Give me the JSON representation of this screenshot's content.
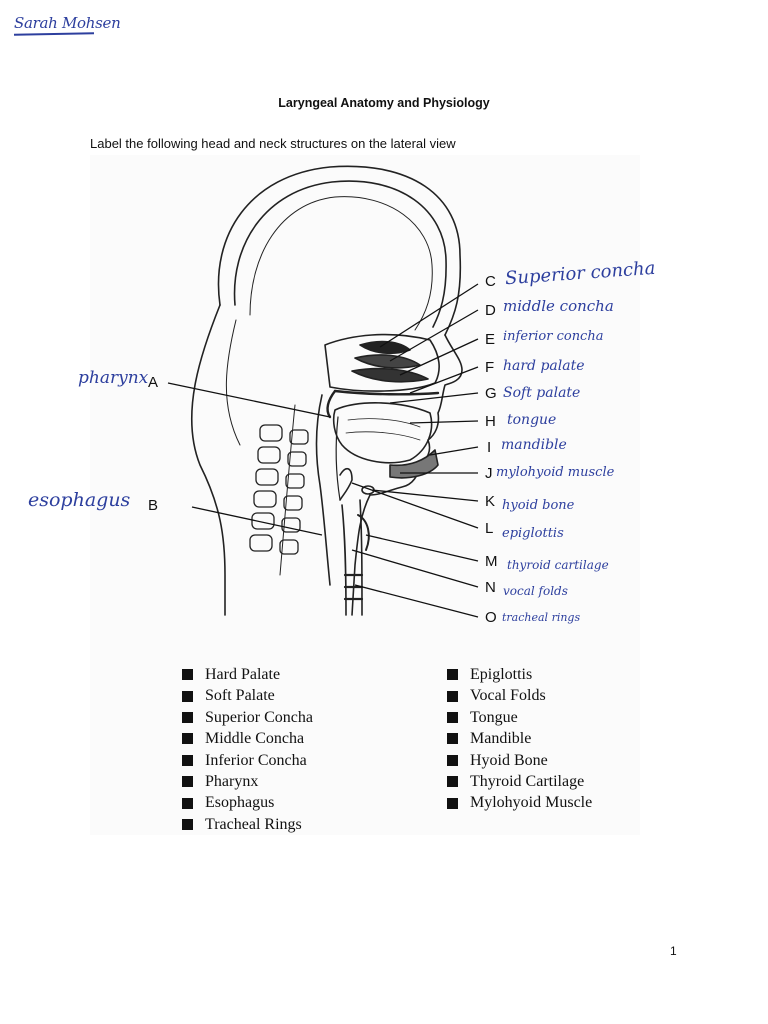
{
  "author_name": "Sarah Mohsen",
  "title": "Laryngeal Anatomy and Physiology",
  "instruction": "Label the following head and neck structures on the lateral view",
  "labels": [
    {
      "letter": "A",
      "answer": "pharynx"
    },
    {
      "letter": "B",
      "answer": "esophagus"
    },
    {
      "letter": "C",
      "answer": "Superior concha"
    },
    {
      "letter": "D",
      "answer": "middle concha"
    },
    {
      "letter": "E",
      "answer": "inferior concha"
    },
    {
      "letter": "F",
      "answer": "hard palate"
    },
    {
      "letter": "G",
      "answer": "Soft palate"
    },
    {
      "letter": "H",
      "answer": "tongue"
    },
    {
      "letter": "I",
      "answer": "mandible"
    },
    {
      "letter": "J",
      "answer": "mylohyoid muscle"
    },
    {
      "letter": "K",
      "answer": "hyoid bone"
    },
    {
      "letter": "L",
      "answer": "epiglottis"
    },
    {
      "letter": "M",
      "answer": "thyroid cartilage"
    },
    {
      "letter": "N",
      "answer": "vocal folds"
    },
    {
      "letter": "O",
      "answer": "tracheal rings"
    }
  ],
  "word_bank": {
    "left": [
      "Hard Palate",
      "Soft Palate",
      "Superior Concha",
      "Middle Concha",
      "Inferior Concha",
      "Pharynx",
      "Esophagus",
      "Tracheal Rings"
    ],
    "right": [
      "Epiglottis",
      "Vocal Folds",
      "Tongue",
      "Mandible",
      "Hyoid Bone",
      "Thyroid Cartilage",
      "Mylohyoid Muscle"
    ]
  },
  "page_number": "1",
  "colors": {
    "handwriting": "#2d3f9e",
    "ink": "#111111"
  }
}
